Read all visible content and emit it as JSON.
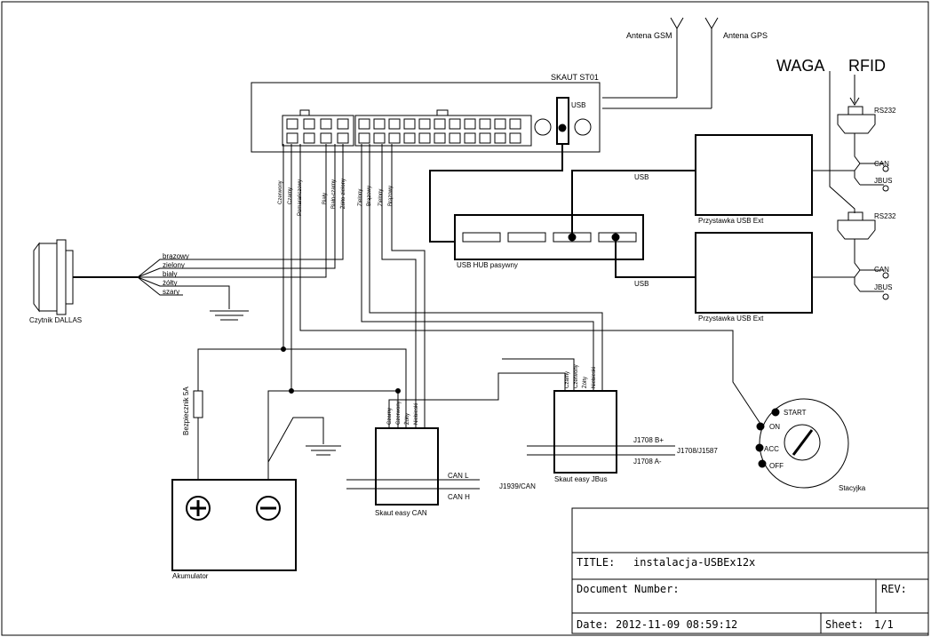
{
  "antennas": {
    "gsm": "Antena GSM",
    "gps": "Antena GPS"
  },
  "device": {
    "title": "SKAUT ST01",
    "usb_port": "USB",
    "left_connector_wires": [
      "Czerwony",
      "Czarny",
      "Pomarańczowy",
      "Biały",
      "Biało-czarny",
      "Żółto-zielony"
    ],
    "right_connector_wires": [
      "Zielony",
      "Brązowy",
      "Zielony",
      "Brązowy"
    ]
  },
  "weights": {
    "waga": "WAGA",
    "rfid": "RFID"
  },
  "ports": {
    "rs232_top": "RS232",
    "can_top": "CAN",
    "jbus_top": "JBUS",
    "rs232_bottom": "RS232",
    "can_bottom": "CAN",
    "jbus_bottom": "JBUS"
  },
  "usb_ext": {
    "top_label": "Przystawka USB Ext",
    "bottom_label": "Przystawka USB Ext",
    "usb_top": "USB",
    "usb_bottom": "USB"
  },
  "hub": {
    "label": "USB HUB pasywny"
  },
  "dallas": {
    "label": "Czytnik DALLAS",
    "wires": [
      "brązowy",
      "zielony",
      "biały",
      "żółty",
      "szary"
    ]
  },
  "fuse": {
    "label": "Bezpiecznik 5A"
  },
  "battery": {
    "label": "Akumulator"
  },
  "can_module": {
    "label": "Skaut easy CAN",
    "wires": [
      "Czarny",
      "Czerwony",
      "Żółty",
      "Niebieski"
    ],
    "can_l": "CAN L",
    "can_h": "CAN H",
    "bus": "J1939/CAN"
  },
  "jbus_module": {
    "label": "Skaut easy JBus",
    "wires": [
      "Czarny",
      "Czerwony",
      "Żółty",
      "Niebieski"
    ],
    "b_plus": "J1708 B+",
    "a_minus": "J1708 A-",
    "bus": "J1708/J1587"
  },
  "ignition": {
    "label": "Stacyjka",
    "positions": [
      "START",
      "ON",
      "ACC",
      "OFF"
    ]
  },
  "title_block": {
    "title_label": "TITLE:",
    "title_value": "instalacja-USBEx12x",
    "doc_label": "Document Number:",
    "rev_label": "REV:",
    "date_label": "Date:",
    "date_value": "2012-11-09 08:59:12",
    "sheet_label": "Sheet:",
    "sheet_value": "1/1"
  }
}
